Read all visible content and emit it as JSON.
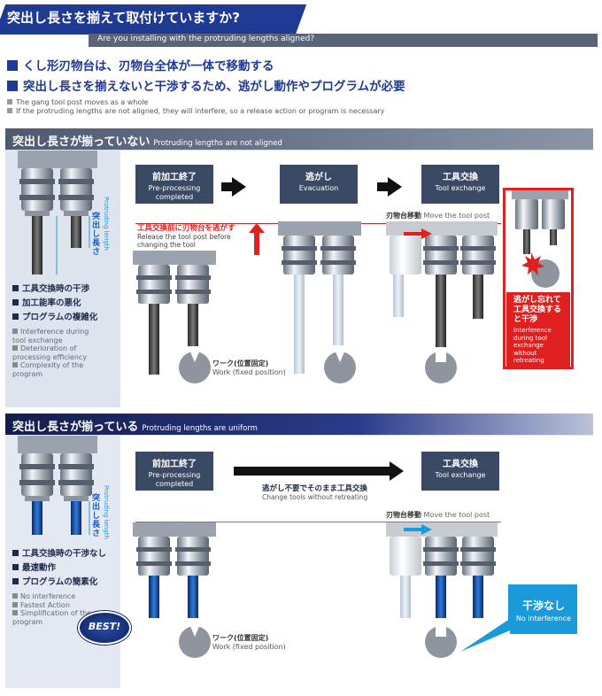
{
  "header": {
    "title": "突出し長さを揃えて取付けていますか?",
    "subtitle": "Are you installing with the protruding lengths aligned?"
  },
  "bullets": [
    "くし形刃物台は、刃物台全体が一体で移動する",
    "突出し長さを揃えないと干渉するため、逃がし動作やプログラムが必要"
  ],
  "notes": [
    "The gang tool post moves as a whole",
    "If the protruding lengths are not aligned, they will interfere, so a release action or program is necessary"
  ],
  "section1": {
    "title_jp": "突出し長さが揃っていない",
    "title_en": "Protruding lengths are not aligned",
    "side_jp": "突出し長さ",
    "side_en": "Protruding length",
    "list_jp": [
      "工具交換時の干渉",
      "加工能率の悪化",
      "プログラムの複雑化"
    ],
    "list_en": [
      "Interference during tool exchange",
      "Deterioration of processing efficiency",
      "Complexity of the program"
    ],
    "steps": [
      {
        "jp": "前加工終了",
        "en": "Pre-processing completed"
      },
      {
        "jp": "逃がし",
        "en": "Evacuation"
      },
      {
        "jp": "工具交換",
        "en": "Tool exchange"
      }
    ],
    "release_jp": "工具交換前に刃物台を逃がす",
    "release_en": "Release the tool post before changing the tool",
    "move_jp": "刃物台移動",
    "move_en": "Move the tool post",
    "work_jp": "ワーク(位置固定)",
    "work_en": "Work (fixed position)",
    "warn_jp": "逃がし忘れて工具交換すると干渉",
    "warn_en": "Interference during tool exchange without retreating"
  },
  "section2": {
    "title_jp": "突出し長さが揃っている",
    "title_en": "Protruding lengths are uniform",
    "side_jp": "突出し長さ",
    "side_en": "Protruding length",
    "list_jp": [
      "工具交換時の干渉なし",
      "最速動作",
      "プログラムの簡素化"
    ],
    "list_en": [
      "No interference",
      "Fastest Action",
      "Simplification of the program"
    ],
    "steps": [
      {
        "jp": "前加工終了",
        "en": "Pre-processing completed"
      },
      {
        "jp": "工具交換",
        "en": "Tool exchange"
      }
    ],
    "direct_jp": "逃がし不要でそのまま工具交換",
    "direct_en": "Change tools without retreating",
    "move_jp": "刃物台移動",
    "move_en": "Move the tool post",
    "work_jp": "ワーク(位置固定)",
    "work_en": "Work (fixed position)",
    "best": "BEST!",
    "ok_jp": "干渉なし",
    "ok_en": "No interference"
  },
  "colors": {
    "navy": "#1f3a93",
    "dark": "#3a4a64",
    "red": "#e02020",
    "blue": "#1a9ad8",
    "panel": "#dde4ee"
  }
}
